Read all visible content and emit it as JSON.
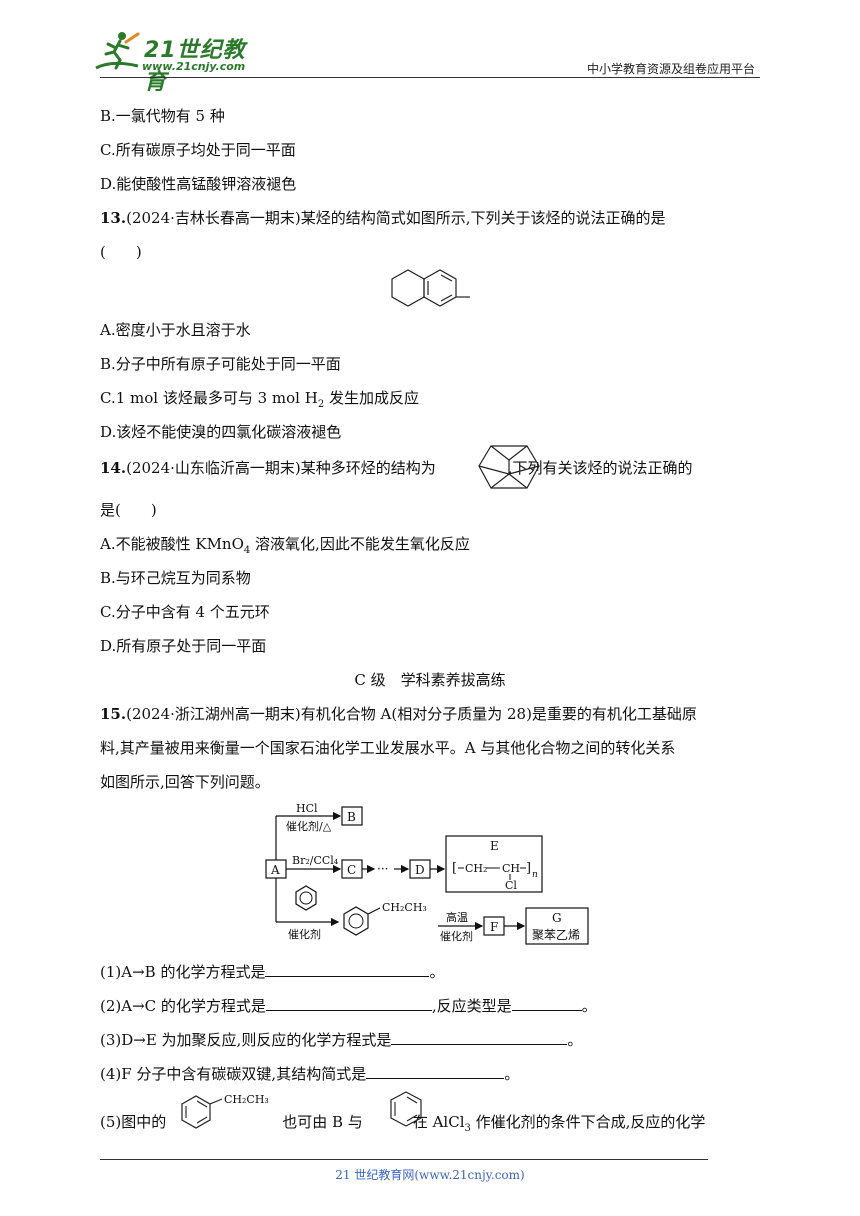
{
  "header": {
    "logo_text": "21世纪教育",
    "logo_url": "www.21cnjy.com",
    "platform": "中小学教育资源及组卷应用平台"
  },
  "q12": {
    "optB": "B.一氯代物有 5 种",
    "optC": "C.所有碳原子均处于同一平面",
    "optD": "D.能使酸性高锰酸钾溶液褪色"
  },
  "q13": {
    "num": "13.",
    "stem": "(2024·吉林长春高一期末)某烃的结构简式如图所示,下列关于该烃的说法正确的是",
    "paren": "(　　)",
    "optA": "A.密度小于水且溶于水",
    "optB": "B.分子中所有原子可能处于同一平面",
    "optC_pre": "C.1 mol 该烃最多可与 3 mol H",
    "optC_sub": "2",
    "optC_post": " 发生加成反应",
    "optD": "D.该烃不能使溴的四氯化碳溶液褪色"
  },
  "q14": {
    "num": "14.",
    "stem_pre": "(2024·山东临沂高一期末)某种多环烃的结构为",
    "stem_post": ",下列有关该烃的说法正确的",
    "stem_cont": "是(　　)",
    "optA_pre": "A.不能被酸性 KMnO",
    "optA_sub": "4",
    "optA_post": " 溶液氧化,因此不能发生氧化反应",
    "optB": "B.与环己烷互为同系物",
    "optC": "C.分子中含有 4 个五元环",
    "optD": "D.所有原子处于同一平面"
  },
  "section": "C 级　学科素养拔高练",
  "q15": {
    "num": "15.",
    "line1": "(2024·浙江湖州高一期末)有机化合物 A(相对分子质量为 28)是重要的有机化工基础原",
    "line2": "料,其产量被用来衡量一个国家石油化学工业发展水平。A 与其他化合物之间的转化关系",
    "line3": "如图所示,回答下列问题。",
    "diagram": {
      "A": "A",
      "B": "B",
      "C": "C",
      "D": "D",
      "E": "E",
      "F": "F",
      "G": "G",
      "hcl": "HCl",
      "cat_heat": "催化剂/△",
      "br2": "Br₂/CCl₄",
      "dots": "···",
      "cat": "催化剂",
      "high_temp": "高温",
      "cat2": "催化剂",
      "polystyrene": "聚苯乙烯",
      "ethyl": "CH₂CH₃",
      "poly_ch2": "CH₂",
      "poly_ch": "CH",
      "poly_cl": "Cl",
      "poly_n": "n"
    },
    "p1_pre": "(1)A→B 的化学方程式是",
    "p1_post": "。",
    "p2_pre": "(2)A→C 的化学方程式是",
    "p2_mid": ",反应类型是",
    "p2_post": "。",
    "p3_pre": "(3)D→E 为加聚反应,则反应的化学方程式是",
    "p3_post": "。",
    "p4_pre": "(4)F 分子中含有碳碳双键,其结构简式是",
    "p4_post": "。",
    "p5_pre": "(5)图中的",
    "p5_ethyl": "CH₂CH₃",
    "p5_mid": "也可由 B 与",
    "p5_post_pre": "在 AlCl",
    "p5_post_sub": "3",
    "p5_post": " 作催化剂的条件下合成,反应的化学"
  },
  "footer": "21 世纪教育网(www.21cnjy.com)"
}
